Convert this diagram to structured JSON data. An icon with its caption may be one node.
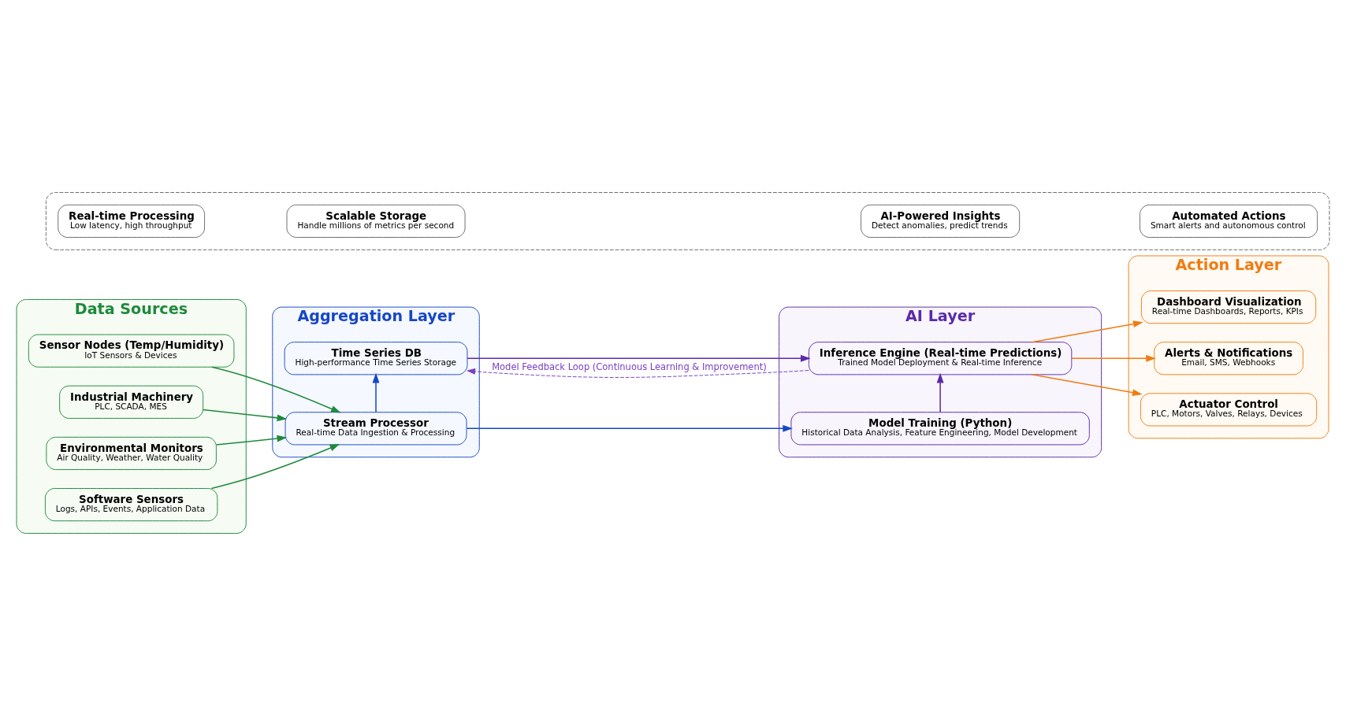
{
  "diagram": {
    "nodes": [
      {
        "text": [
          "Data Sources"
        ]
      },
      {
        "text": [
          "Sensor Nodes (Temp/Humidity)",
          "IoT Sensors & Devices"
        ],
        "in": 0
      },
      {
        "text": [
          "Industrial Machinery",
          "PLC, SCADA, MES"
        ],
        "in": 0
      },
      {
        "text": [
          "Environmental Monitors",
          "Air Quality, Weather, Water Quality"
        ],
        "in": 0
      },
      {
        "text": [
          "Software Sensors",
          "Logs, APIs, Events, Application Data"
        ],
        "in": 0
      },
      {
        "text": [
          "Aggregation Layer"
        ]
      },
      {
        "text": [
          "Stream Processor",
          "Real-time Data Ingestion & Processing"
        ],
        "in": 5
      },
      {
        "text": [
          "Time Series DB",
          "High-performance Time Series Storage"
        ],
        "in": 5
      },
      {
        "text": [
          "AI Layer"
        ]
      },
      {
        "text": [
          "Model Training (Python)",
          "Historical Data Analysis, Feature Engineering, Model Development"
        ],
        "in": 8
      },
      {
        "text": [
          "Inference Engine (Real-time Predictions)",
          "Trained Model Deployment & Real-time Inference"
        ],
        "in": 8
      },
      {
        "text": [
          "Action Layer"
        ]
      },
      {
        "text": [
          "Alerts & Notifications",
          "Email, SMS, Webhooks"
        ],
        "in": 11
      },
      {
        "text": [
          "Actuator Control",
          "PLC, Motors, Valves, Relays, Devices"
        ],
        "in": 11
      },
      {
        "text": [
          "Dashboard Visualization",
          "Real-time Dashboards, Reports, KPIs"
        ],
        "in": 11
      },
      {
        "text": [],
        "shape": "box"
      },
      {
        "text": [
          "Real-time Processing",
          "Low latency, high throughput"
        ],
        "in": 15
      },
      {
        "text": [
          "Scalable Storage",
          "Handle millions of metrics per second"
        ],
        "in": 15
      },
      {
        "text": [
          "AI-Powered Insights",
          "Detect anomalies, predict trends"
        ],
        "in": 15
      },
      {
        "text": [
          "Automated Actions",
          "Smart alerts and autonomous control"
        ],
        "in": 15
      }
    ],
    "edges": [
      {
        "from": 1,
        "to": 6,
        "arrow": "to",
        "color": "#1e8a3c"
      },
      {
        "from": 2,
        "to": 6,
        "arrow": "to",
        "color": "#1e8a3c"
      },
      {
        "from": 3,
        "to": 6,
        "arrow": "to",
        "color": "#1e8a3c"
      },
      {
        "from": 4,
        "to": 6,
        "arrow": "to",
        "color": "#1e8a3c"
      },
      {
        "from": 6,
        "to": 9,
        "arrow": "to",
        "color": "#1747c4"
      },
      {
        "from": 6,
        "to": 7,
        "arrow": "to",
        "color": "#1747c4"
      },
      {
        "from": 9,
        "to": 10,
        "arrow": "to",
        "color": "#5b2aa8"
      },
      {
        "from": 7,
        "to": 10,
        "arrow": "to",
        "color": "#5b2aa8"
      },
      {
        "from": 10,
        "to": 12,
        "arrow": "to",
        "color": "#f07c12"
      },
      {
        "from": 10,
        "to": 13,
        "arrow": "to",
        "color": "#f07c12"
      },
      {
        "from": 10,
        "to": 14,
        "arrow": "to",
        "color": "#f07c12"
      },
      {
        "from": 10,
        "to": 7,
        "arrow": "to",
        "style": "dashed",
        "color": "#7a3fc4",
        "label": "Model Feedback Loop (Continuous Learning & Improvement)"
      }
    ]
  }
}
